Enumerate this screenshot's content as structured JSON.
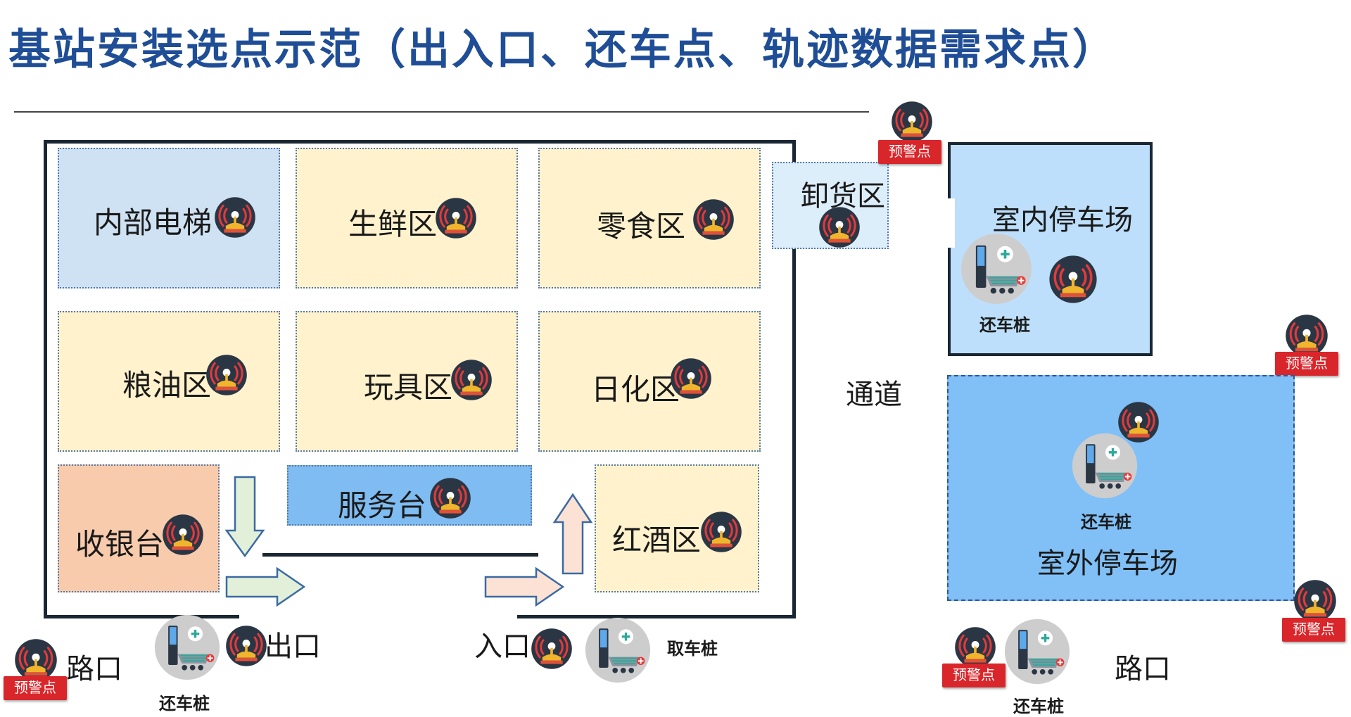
{
  "title": "基站安装选点示范（出入口、还车点、轨迹数据需求点）",
  "zones": {
    "elevator": "内部电梯",
    "fresh": "生鲜区",
    "snack": "零食区",
    "unload": "卸货区",
    "grain_oil": "粮油区",
    "toys": "玩具区",
    "daily": "日化区",
    "cashier": "收银台",
    "service": "服务台",
    "wine": "红酒区",
    "indoor_parking": "室内停车场",
    "outdoor_parking": "室外停车场"
  },
  "labels": {
    "corridor": "通道",
    "exit": "出口",
    "entrance": "入口",
    "road_left": "路口",
    "road_right": "路口",
    "return_station": "还车桩",
    "pickup_station": "取车桩",
    "warning_point": "预警点"
  },
  "colors": {
    "title": "#1f4e96",
    "zone_yellow": "#fff2cc",
    "zone_light_blue": "#cfe2f3",
    "zone_peach": "#f8cbad",
    "zone_mid_blue": "#7fbcf2",
    "indoor_parking": "#bddffb",
    "outdoor_parking": "#80c0f7",
    "warning": "#d9262b",
    "base_station_icon": "#2b3645"
  },
  "icons": {
    "base_station": "base-station-icon",
    "bike_station": "bike-station-icon"
  }
}
